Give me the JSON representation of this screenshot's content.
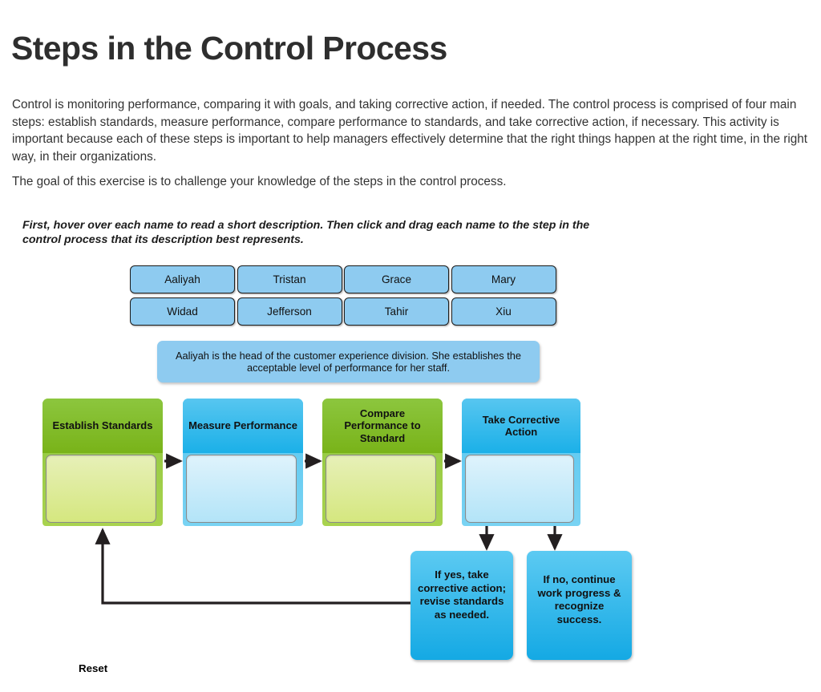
{
  "page": {
    "title": "Steps in the Control Process",
    "intro_paragraph": "Control is monitoring performance, comparing it with goals, and taking corrective action, if needed. The control process is comprised of four main steps: establish standards, measure performance, compare performance to standards, and take corrective action, if necessary. This activity is important because each of these steps is important to help managers effectively determine that the right things happen at the right time, in the right way, in their organizations.",
    "goal_paragraph": "The goal of this exercise is to challenge your knowledge of the steps in the control process.",
    "instruction": "First, hover over each name to read a short description. Then click and drag each name to the step in the control process that its description best represents."
  },
  "name_tiles": [
    {
      "label": "Aaliyah",
      "row": 0,
      "col": 0
    },
    {
      "label": "Tristan",
      "row": 0,
      "col": 1
    },
    {
      "label": "Grace",
      "row": 0,
      "col": 2
    },
    {
      "label": "Mary",
      "row": 0,
      "col": 3
    },
    {
      "label": "Widad",
      "row": 1,
      "col": 0
    },
    {
      "label": "Jefferson",
      "row": 1,
      "col": 1
    },
    {
      "label": "Tahir",
      "row": 1,
      "col": 2
    },
    {
      "label": "Xiu",
      "row": 1,
      "col": 3
    }
  ],
  "tooltip": {
    "visible": true,
    "for_name": "Aaliyah",
    "text": "Aaliyah is the head of the customer experience division. She establishes the acceptable level of performance for her staff."
  },
  "steps": [
    {
      "title": "Establish Standards",
      "color": "green",
      "drop_value": ""
    },
    {
      "title": "Measure Performance",
      "color": "blue",
      "drop_value": ""
    },
    {
      "title": "Compare Performance to Standard",
      "color": "green",
      "drop_value": ""
    },
    {
      "title": "Take Corrective Action",
      "color": "blue",
      "drop_value": ""
    }
  ],
  "outcomes": [
    {
      "id": "yes",
      "text": "If yes, take corrective action; revise standards as needed."
    },
    {
      "id": "no",
      "text": "If no, continue work progress & recognize success."
    }
  ],
  "controls": {
    "reset_label": "Reset"
  },
  "colors": {
    "tile_fill": "#8ecbf0",
    "green_header": "#8cc63e",
    "green_drop": "#d5e77f",
    "blue_header": "#1bb0e8",
    "blue_drop": "#b3e4f8",
    "outcome_fill": "#14a9e4",
    "text": "#111111",
    "connector": "#231f20"
  }
}
